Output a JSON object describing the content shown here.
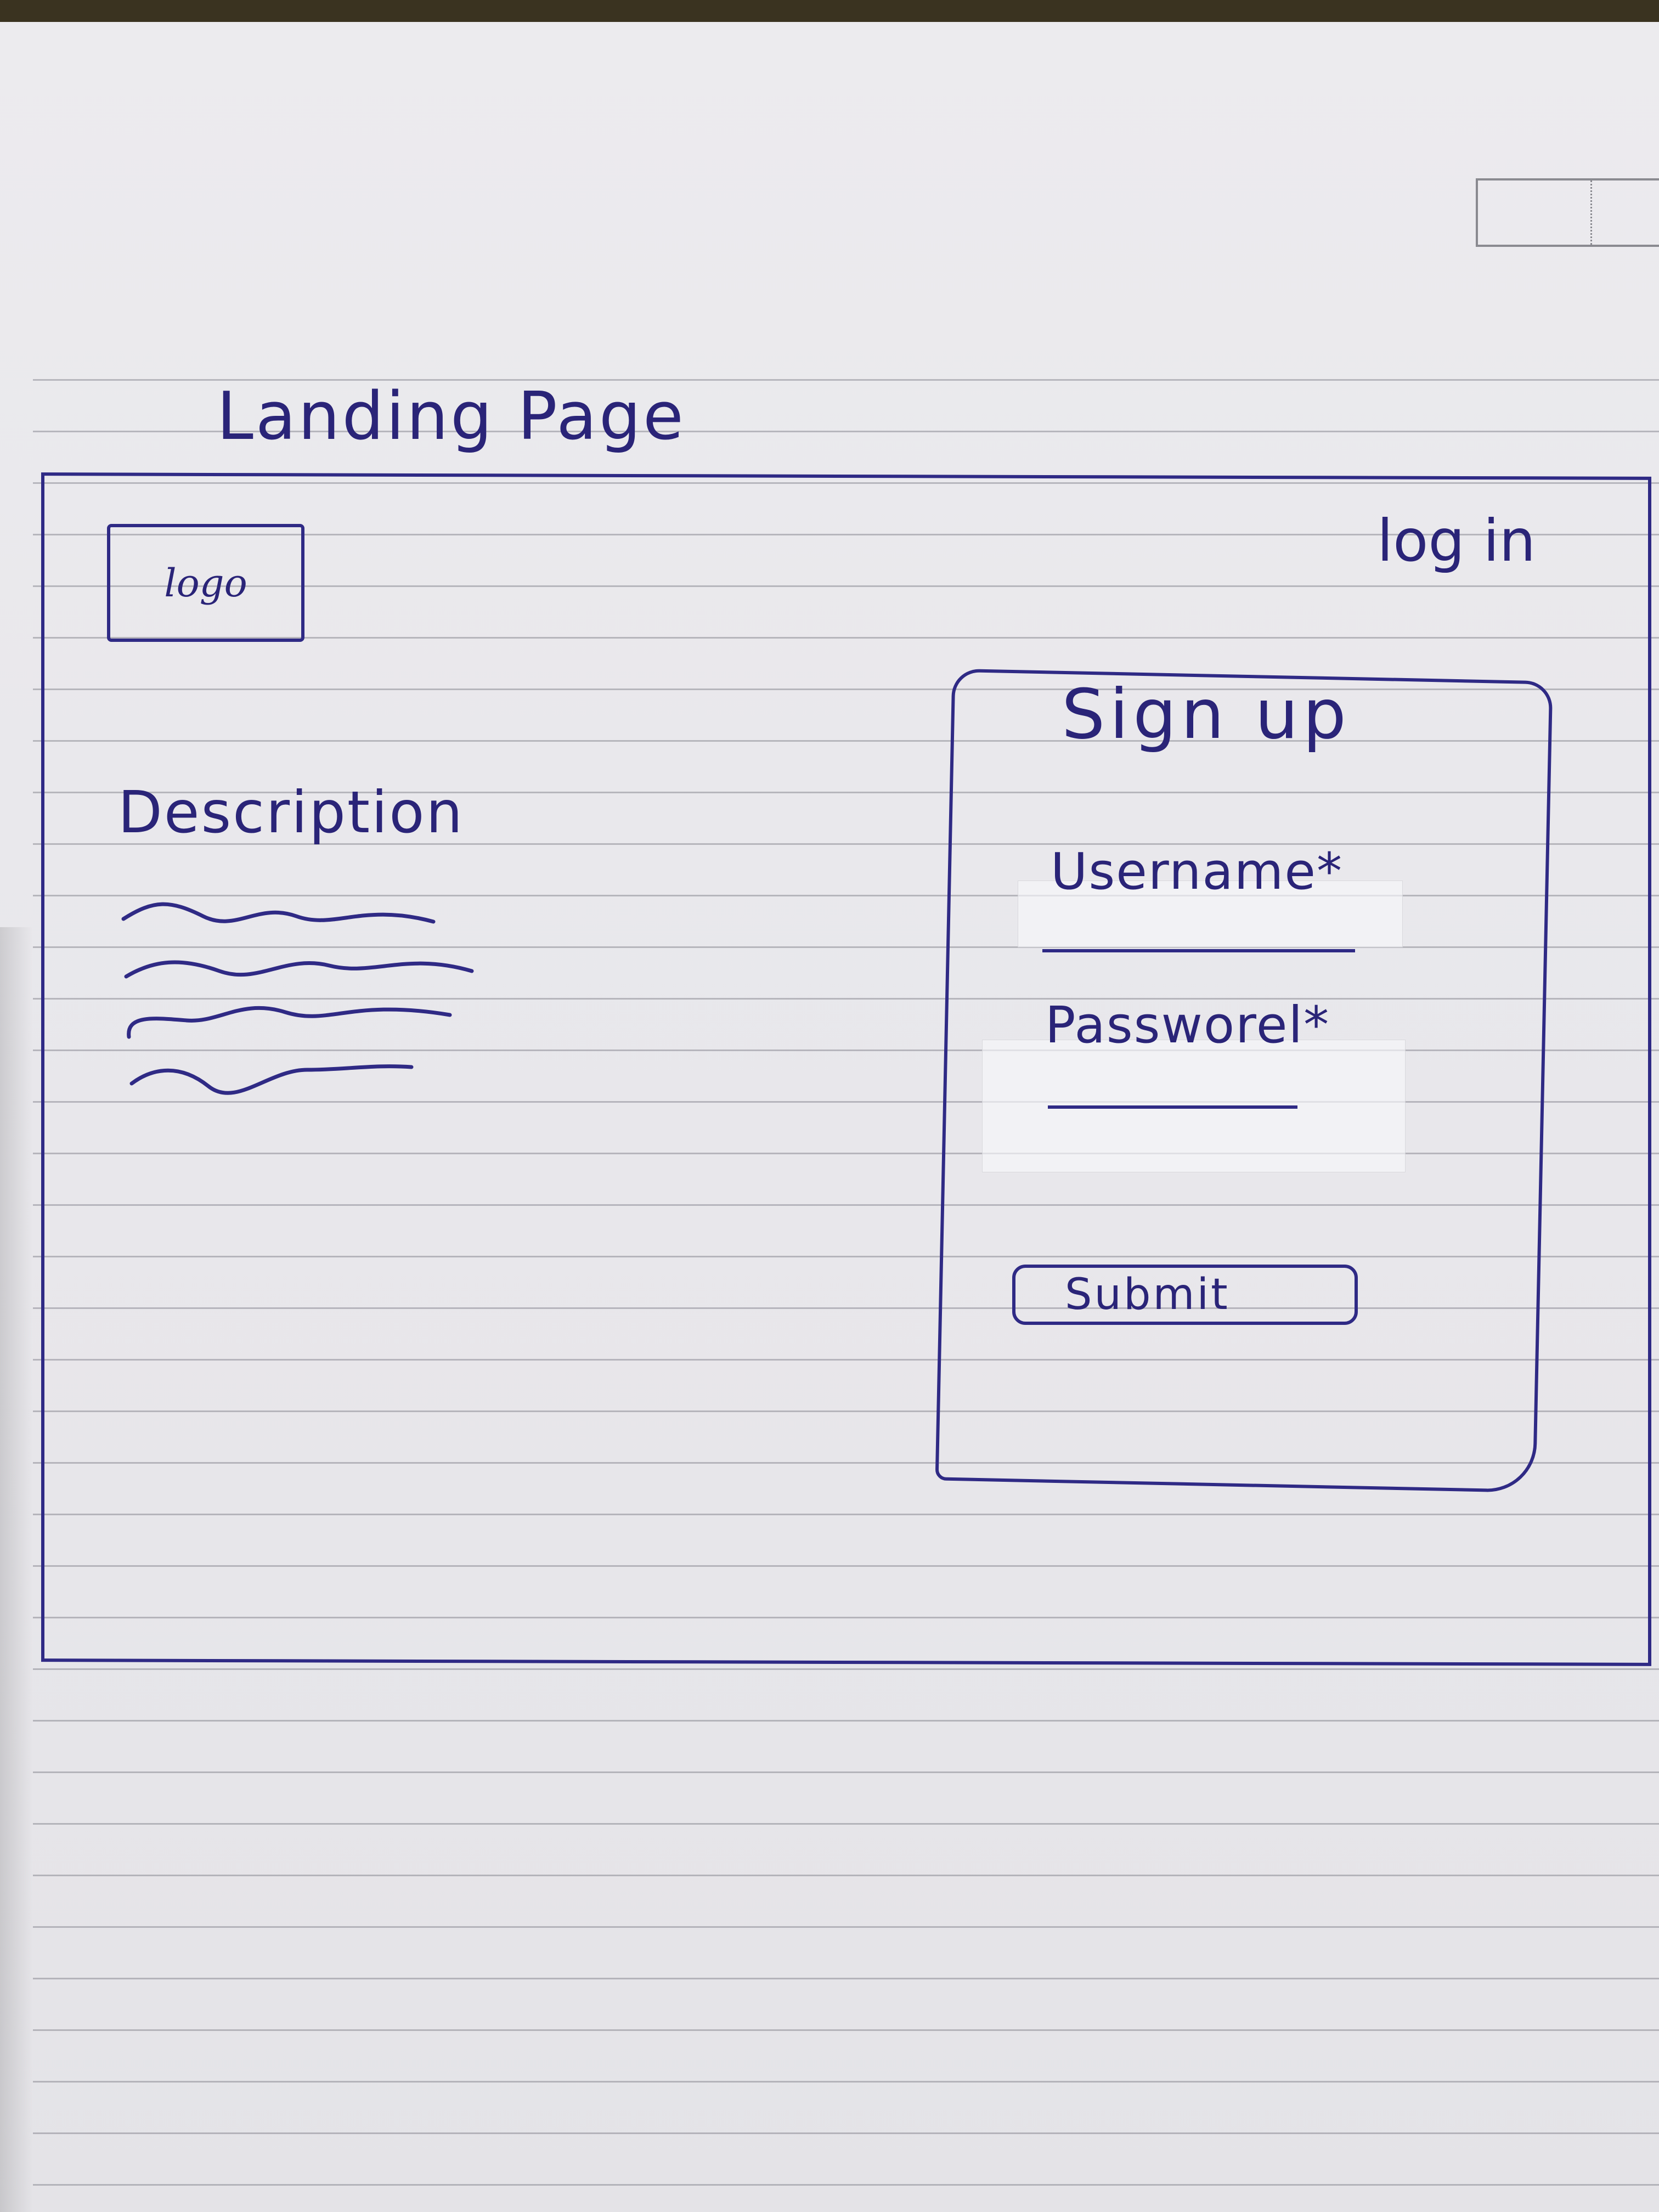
{
  "sketch": {
    "title": "Landing Page"
  },
  "header": {
    "logo_label": "logo",
    "login_label": "log in"
  },
  "main": {
    "description_heading": "Description"
  },
  "signup": {
    "title": "Sign up",
    "username_label": "Username*",
    "password_label": "Passworel*",
    "submit_label": "Submit"
  },
  "colors": {
    "ink": "#2f2a85",
    "paper": "#e9e8ec"
  }
}
